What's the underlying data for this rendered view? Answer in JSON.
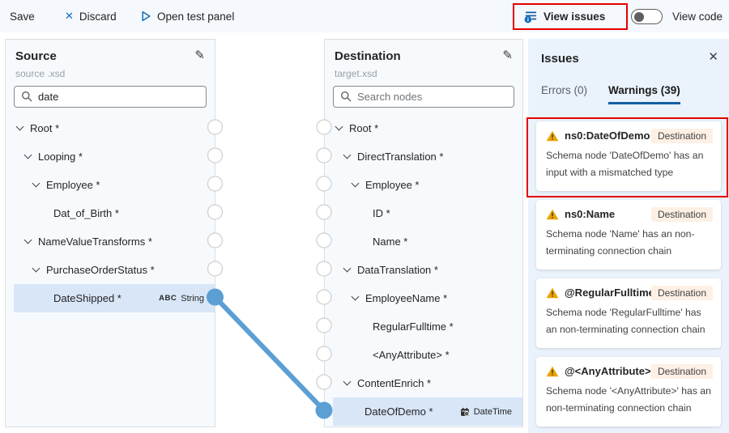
{
  "toolbar": {
    "save": "Save",
    "discard": "Discard",
    "open_test_panel": "Open test panel",
    "view_issues": "View issues",
    "view_code": "View code"
  },
  "source_panel": {
    "title": "Source",
    "subtitle": "source .xsd",
    "search_value": "date",
    "nodes": [
      {
        "label": "Root *",
        "level": 0,
        "expandable": true,
        "selected": false
      },
      {
        "label": "Looping *",
        "level": 1,
        "expandable": true,
        "selected": false
      },
      {
        "label": "Employee *",
        "level": 2,
        "expandable": true,
        "selected": false
      },
      {
        "label": "Dat_of_Birth *",
        "level": 3,
        "expandable": false,
        "selected": false
      },
      {
        "label": "NameValueTransforms *",
        "level": 1,
        "expandable": true,
        "selected": false
      },
      {
        "label": "PurchaseOrderStatus *",
        "level": 2,
        "expandable": true,
        "selected": false
      },
      {
        "label": "DateShipped *",
        "level": 3,
        "expandable": false,
        "selected": true,
        "badge": {
          "icon_text": "ABC",
          "type": "String"
        }
      }
    ]
  },
  "destination_panel": {
    "title": "Destination",
    "subtitle": "target.xsd",
    "search_placeholder": "Search nodes",
    "nodes": [
      {
        "label": "Root *",
        "level": 0,
        "expandable": true,
        "selected": false
      },
      {
        "label": "DirectTranslation *",
        "level": 1,
        "expandable": true,
        "selected": false
      },
      {
        "label": "Employee *",
        "level": 2,
        "expandable": true,
        "selected": false
      },
      {
        "label": "ID *",
        "level": 3,
        "expandable": false,
        "selected": false
      },
      {
        "label": "Name *",
        "level": 3,
        "expandable": false,
        "selected": false
      },
      {
        "label": "DataTranslation *",
        "level": 1,
        "expandable": true,
        "selected": false
      },
      {
        "label": "EmployeeName *",
        "level": 2,
        "expandable": true,
        "selected": false
      },
      {
        "label": "RegularFulltime *",
        "level": 3,
        "expandable": false,
        "selected": false
      },
      {
        "label": "<AnyAttribute> *",
        "level": 3,
        "expandable": false,
        "selected": false
      },
      {
        "label": "ContentEnrich *",
        "level": 1,
        "expandable": true,
        "selected": false
      },
      {
        "label": "DateOfDemo *",
        "level": 2,
        "expandable": false,
        "selected": true,
        "badge": {
          "icon": "datetime-icon",
          "type": "DateTime"
        }
      }
    ]
  },
  "issues_panel": {
    "title": "Issues",
    "tabs": [
      {
        "label": "Errors (0)",
        "active": false
      },
      {
        "label": "Warnings (39)",
        "active": true
      }
    ],
    "warnings": [
      {
        "title": "ns0:DateOfDemo",
        "scope": "Destination",
        "message": "Schema node 'DateOfDemo' has an input with a mismatched type",
        "annotated": true
      },
      {
        "title": "ns0:Name",
        "scope": "Destination",
        "message": "Schema node 'Name' has an non-terminating connection chain",
        "annotated": false
      },
      {
        "title": "@RegularFulltime",
        "scope": "Destination",
        "message": "Schema node 'RegularFulltime' has an non-terminating connection chain",
        "annotated": false
      },
      {
        "title": "@<AnyAttribute>",
        "scope": "Destination",
        "message": "Schema node '<AnyAttribute>' has an non-terminating connection chain",
        "annotated": false
      }
    ]
  },
  "colors": {
    "accent": "#115ea3",
    "icon_blue": "#0f6cbd",
    "connection": "#5b9fd4",
    "connection_point_stroke": "#d6d6d6",
    "selected_row_bg": "#d8e6f8",
    "warning": "#eaa300",
    "annotation_red": "#e60000",
    "scope_badge_bg": "#fdf0e4",
    "issues_bg": "#eaf2fb"
  }
}
